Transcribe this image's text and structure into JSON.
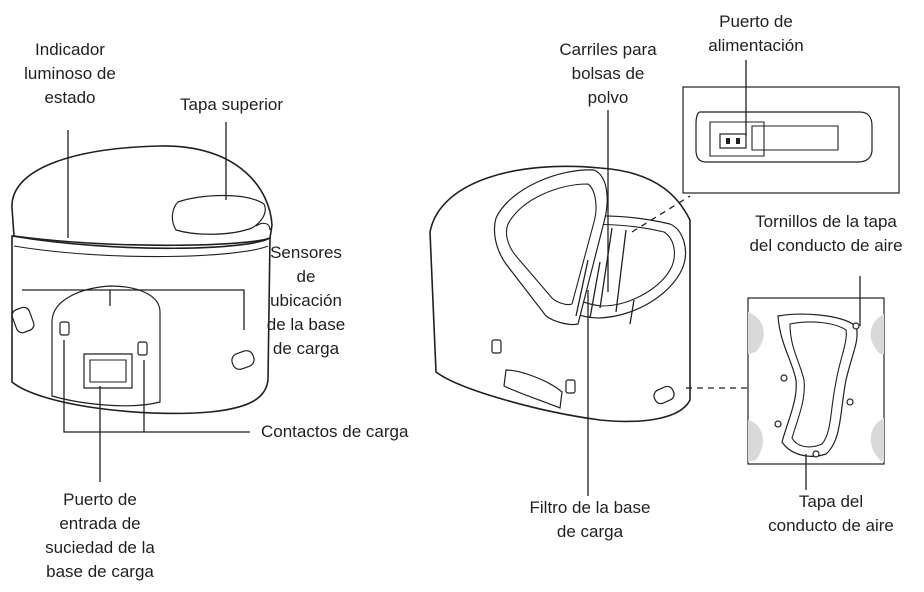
{
  "labels": {
    "status_light": "Indicador\nluminoso de\nestado",
    "top_cover": "Tapa superior",
    "location_sensors": "Sensores\nde\nubicación\nde la base\nde carga",
    "charging_contacts": "Contactos de carga",
    "dirt_inlet_port": "Puerto de\nentrada de\nsuciedad de la\nbase de carga",
    "dust_bag_rails": "Carriles para\nbolsas de\npolvo",
    "power_port": "Puerto de\nalimentación",
    "duct_cover_screws": "Tornillos de la tapa\ndel conducto de aire",
    "base_filter": "Filtro de la base\nde carga",
    "air_duct_cover": "Tapa del\nconducto de aire"
  }
}
